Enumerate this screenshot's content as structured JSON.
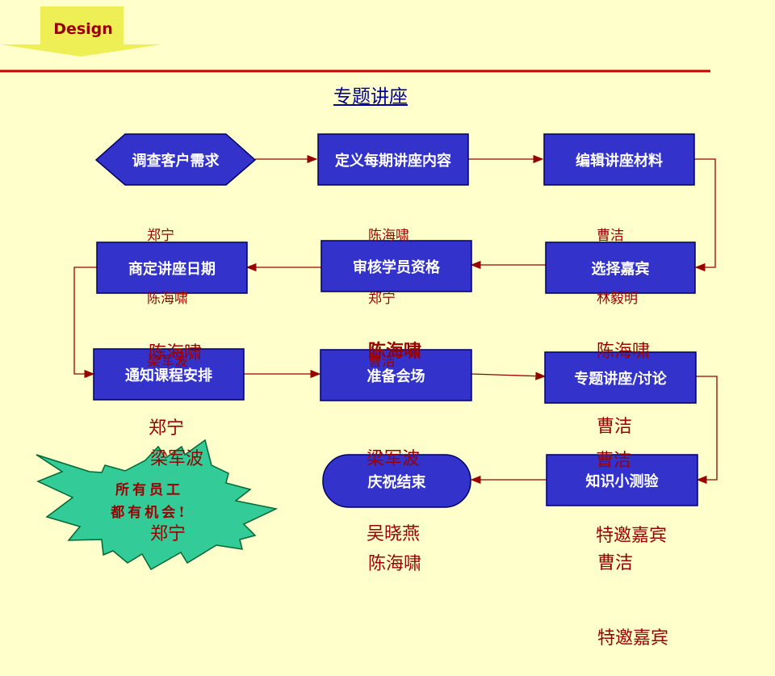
{
  "header": {
    "tab_label": "Design",
    "title": "专题讲座"
  },
  "steps": {
    "s1": {
      "label": "调查客户需求",
      "names": [
        "郑宁",
        "陈海啸",
        "梁军波"
      ]
    },
    "s2": {
      "label": "定义每期讲座内容",
      "names": [
        "陈海啸",
        "郑宁",
        "曹洁"
      ]
    },
    "s3": {
      "label": "编辑讲座材料",
      "names": [
        "曹洁",
        "林毅明"
      ]
    },
    "s4": {
      "label": "选择嘉宾",
      "names": [
        "陈海啸",
        "曹洁"
      ]
    },
    "s5": {
      "label": "审核学员资格",
      "names": [
        "陈海啸"
      ]
    },
    "s6": {
      "label": "商定讲座日期",
      "names": [
        "陈海啸",
        "郑宁"
      ]
    },
    "s7": {
      "label": "通知课程安排",
      "names": [
        "梁军波",
        "郑宁"
      ]
    },
    "s8": {
      "label": "准备会场",
      "names": [
        "梁军波",
        "吴晓燕"
      ]
    },
    "s9": {
      "label": "专题讲座/讨论",
      "names": [
        "曹洁",
        "特邀嘉宾"
      ]
    },
    "s10": {
      "label": "知识小测验",
      "names": [
        "曹洁",
        "特邀嘉宾"
      ]
    },
    "s11": {
      "label": "庆祝结束",
      "names": [
        "陈海啸"
      ]
    }
  },
  "starburst": {
    "line1": "所有员工",
    "line2": "都有机会!"
  },
  "colors": {
    "background": "#FFFFCC",
    "node_fill": "#3333CC",
    "node_border": "#000066",
    "text_red": "#990000",
    "title_blue": "#000099",
    "arrow": "#990000",
    "rule": "#CC0000",
    "star_fill": "#33CC99",
    "tab": "#EEEE55"
  }
}
